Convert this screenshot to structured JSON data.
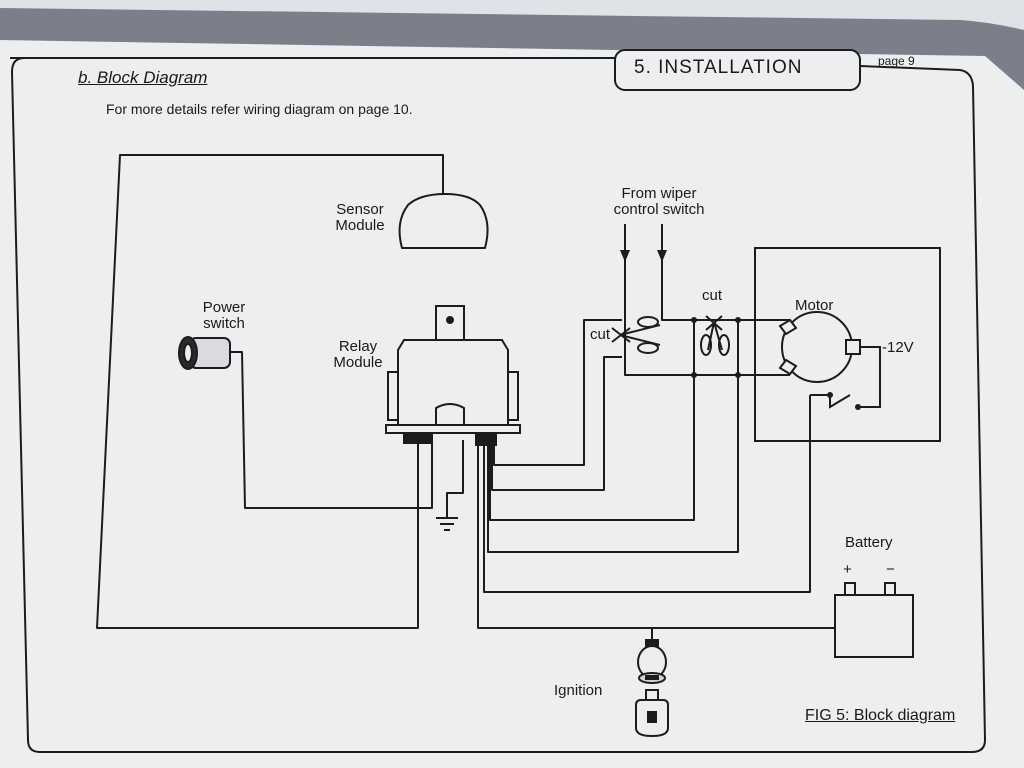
{
  "page": {
    "section_title": "5. INSTALLATION",
    "page_number": "page 9",
    "heading": "b. Block Diagram",
    "note": "For more details refer wiring diagram on page 10.",
    "figure_caption": "FIG 5: Block diagram"
  },
  "components": {
    "sensor_module": [
      "Sensor",
      "Module"
    ],
    "power_switch": [
      "Power",
      "switch"
    ],
    "relay_module": [
      "Relay",
      "Module"
    ],
    "wiper_switch": [
      "From wiper",
      "control switch"
    ],
    "cut_left": "cut",
    "cut_top": "cut",
    "motor": "Motor",
    "voltage": "-12V",
    "battery": "Battery",
    "battery_plus": "+",
    "battery_minus": "−",
    "ignition": "Ignition"
  },
  "colors": {
    "paper": "#eceef0",
    "ink": "#1c1c1c",
    "background": "#7b7f8a"
  }
}
